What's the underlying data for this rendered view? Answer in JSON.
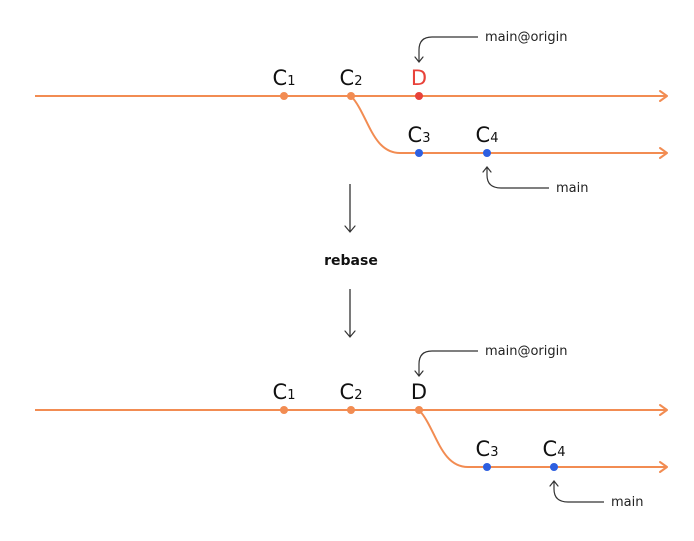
{
  "colors": {
    "branch_line": "#f28c52",
    "commit_orange": "#f28c52",
    "commit_blue": "#2d5fe0",
    "commit_red": "#e8423a",
    "text": "#111111"
  },
  "step_label": "rebase",
  "before": {
    "commits": [
      {
        "name": "C",
        "sub": "1",
        "color": "orange"
      },
      {
        "name": "C",
        "sub": "2",
        "color": "orange"
      },
      {
        "name": "D",
        "sub": "",
        "color": "red"
      },
      {
        "name": "C",
        "sub": "3",
        "color": "blue"
      },
      {
        "name": "C",
        "sub": "4",
        "color": "blue"
      }
    ],
    "refs": {
      "remote": "main@origin",
      "local": "main"
    }
  },
  "after": {
    "commits": [
      {
        "name": "C",
        "sub": "1",
        "color": "orange"
      },
      {
        "name": "C",
        "sub": "2",
        "color": "orange"
      },
      {
        "name": "D",
        "sub": "",
        "color": "orange"
      },
      {
        "name": "C",
        "sub": "3",
        "color": "blue"
      },
      {
        "name": "C",
        "sub": "4",
        "color": "blue"
      }
    ],
    "refs": {
      "remote": "main@origin",
      "local": "main"
    }
  }
}
